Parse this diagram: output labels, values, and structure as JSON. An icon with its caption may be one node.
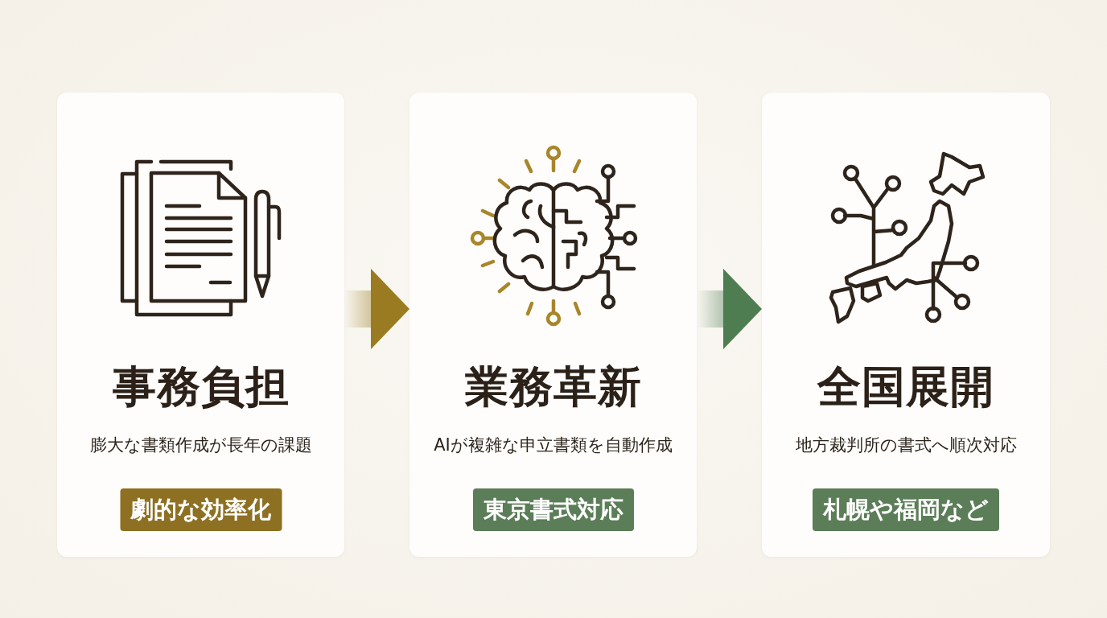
{
  "diagram": {
    "nodes": [
      {
        "text": [
          "事務負担",
          "膨大な書類作成が長年の課題"
        ]
      },
      {
        "text": [
          "劇的な効率化"
        ],
        "in": 0
      },
      {
        "text": [
          "業務革新",
          "AIが複雑な申立書類を自動作成"
        ]
      },
      {
        "text": [
          "東京書式対応"
        ],
        "in": 2
      },
      {
        "text": [
          "全国展開",
          "地方裁判所の書式へ順次対応"
        ]
      },
      {
        "text": [
          "札幌や福岡など"
        ],
        "in": 4
      }
    ],
    "edges": [
      {
        "from": 0,
        "to": 2,
        "arrow": "to",
        "style": "thick",
        "color": "#9a7b22"
      },
      {
        "from": 2,
        "to": 4,
        "arrow": "to",
        "style": "thick",
        "color": "#4f7d52"
      }
    ]
  }
}
